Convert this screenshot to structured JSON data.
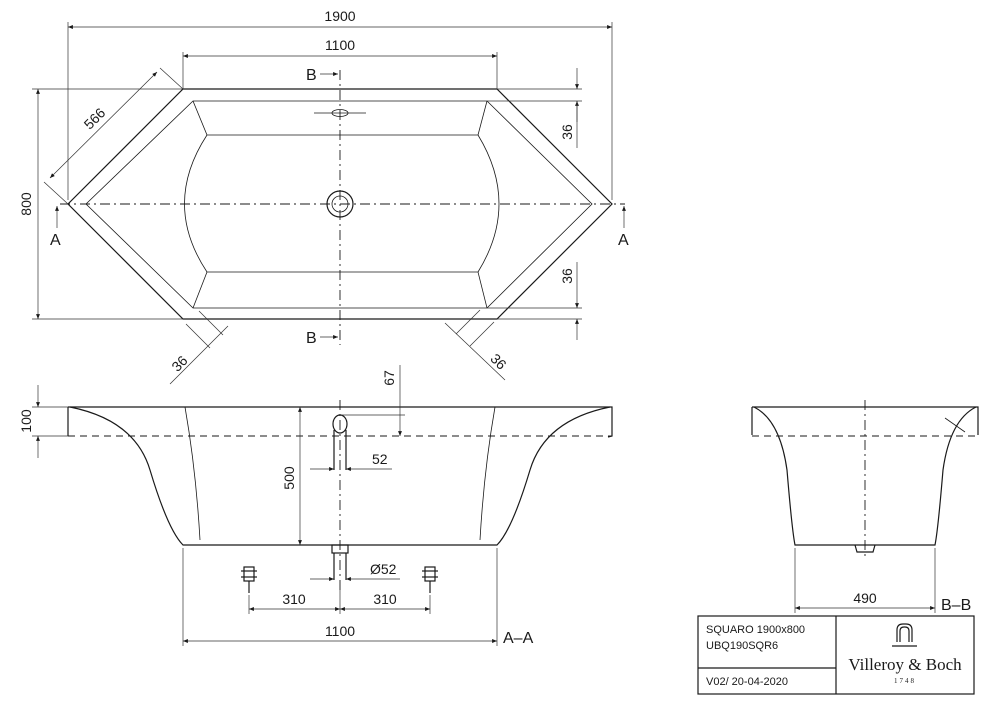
{
  "dimensions": {
    "overall_length": "1900",
    "top_inner_length": "1100",
    "diagonal_side": "566",
    "overall_width": "800",
    "rim_top": "36",
    "rim_bottom": "36",
    "rim_left_diag": "36",
    "rim_right_diag": "36",
    "rim_height": "100",
    "overflow_offset": "67",
    "overflow_width": "52",
    "depth": "500",
    "drain_diameter": "Ø52",
    "foot_left": "310",
    "foot_right": "310",
    "bottom_length": "1100",
    "side_bottom_width": "490"
  },
  "section_labels": {
    "b_top": "B",
    "b_bottom": "B",
    "a_left": "A",
    "a_right": "A",
    "view_aa": "A–A",
    "view_bb": "B–B"
  },
  "title_block": {
    "product_name": "SQUARO 1900x800",
    "product_code": "UBQ190SQR6",
    "version": "V02/ 20-04-2020",
    "brand": "Villeroy & Boch",
    "brand_year": "1748"
  }
}
